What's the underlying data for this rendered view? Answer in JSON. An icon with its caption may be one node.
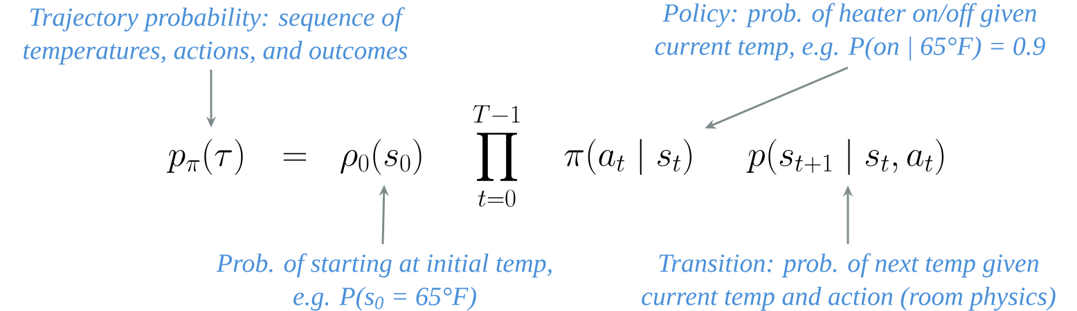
{
  "diagram": {
    "nodes": [
      {
        "text": [
          "Trajectory probability: sequence of temperatures, actions, and outcomes"
        ]
      },
      {
        "text": [
          "Policy: prob. of heater on/off given current temp, e.g. P(on | 65°F) = 0.9"
        ]
      },
      {
        "text": [
          "p_{\\pi}(\\tau)"
        ]
      },
      {
        "text": [
          "\\rho_0(s_0)"
        ]
      },
      {
        "text": [
          "\\pi(a_t \\mid s_t)"
        ]
      },
      {
        "text": [
          "p(s_{t+1} \\mid s_t, a_t)"
        ]
      },
      {
        "text": [
          "Prob. of starting at initial temp, e.g. P(s$_{0}$ = 65°F)"
        ]
      },
      {
        "text": [
          "Transition: prob. of next temp given current temp and action (room physics)"
        ]
      }
    ],
    "edges": [
      {
        "from": 0,
        "to": 2,
        "arrow": "to"
      },
      {
        "from": 1,
        "to": 4,
        "arrow": "to"
      },
      {
        "from": 6,
        "to": 3,
        "arrow": "to"
      },
      {
        "from": 7,
        "to": 5,
        "arrow": "to"
      }
    ],
    "labels": [
      "=",
      "\\prod_{t=0}^{T-1}"
    ]
  }
}
